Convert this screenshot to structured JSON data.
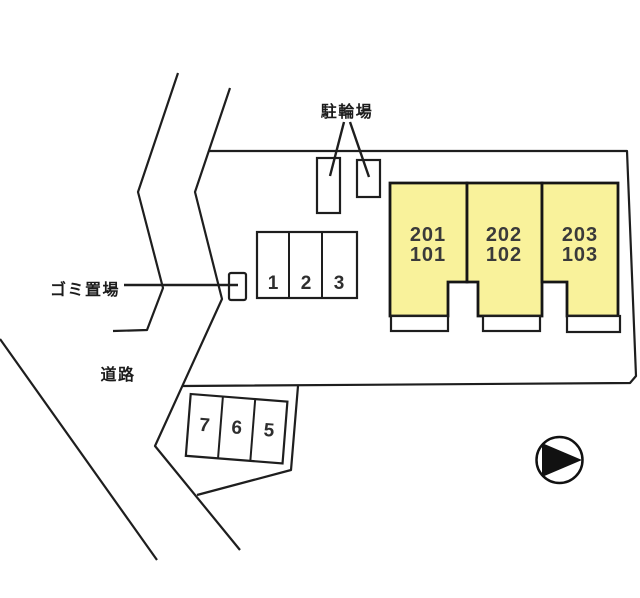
{
  "plan": {
    "labels": {
      "bicycle_parking": "駐輪場",
      "garbage_area": "ゴミ置場",
      "road": "道路"
    },
    "building": {
      "units": [
        {
          "upper": "201",
          "lower": "101"
        },
        {
          "upper": "202",
          "lower": "102"
        },
        {
          "upper": "203",
          "lower": "103"
        }
      ]
    },
    "front_parking_spots": [
      "1",
      "2",
      "3"
    ],
    "side_parking_spots": [
      "7",
      "6",
      "5"
    ],
    "colors": {
      "unit_fill": "#F9F29B",
      "line": "#1E1E1E"
    }
  }
}
